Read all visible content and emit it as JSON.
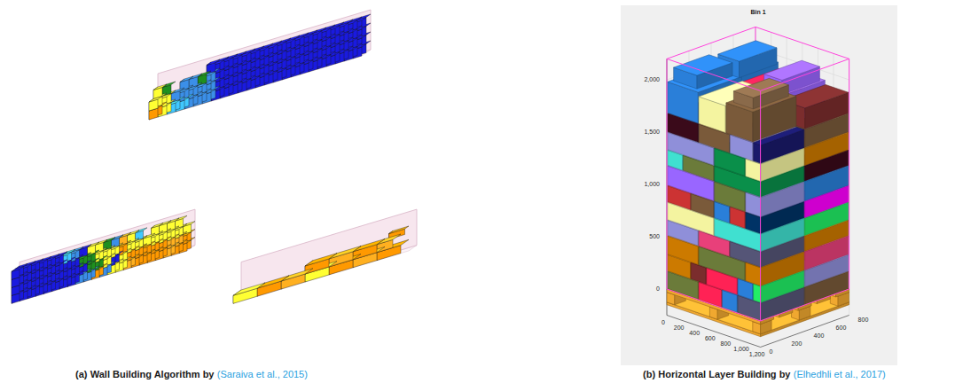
{
  "diagram": {
    "labels": [
      "(a)",
      "Wall Building Algorithm by",
      "(Saraiva et al., 2015)",
      "(b)",
      "Horizontal Layer Building by",
      "(Elhedhli et al., 2017)",
      "Bin 1",
      "2,000",
      "1,500",
      "1,000",
      "500",
      "0",
      "0",
      "200",
      "400",
      "600",
      "800",
      "1,000",
      "1,200",
      "0",
      "200",
      "400",
      "600",
      "800"
    ]
  }
}
